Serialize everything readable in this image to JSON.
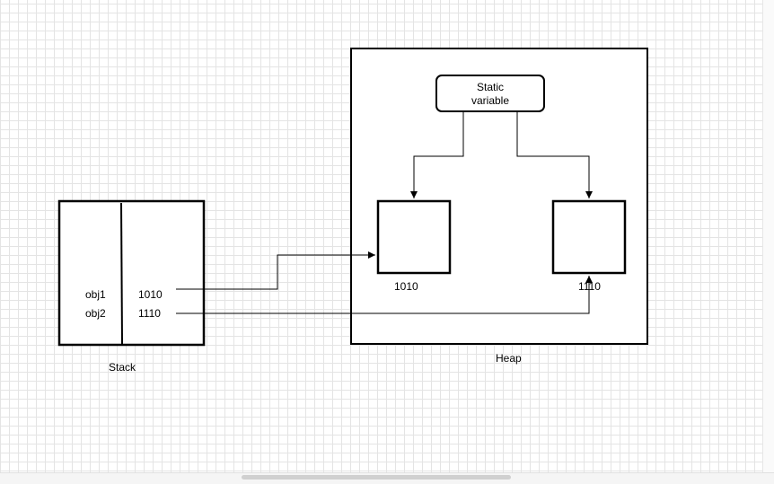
{
  "stack": {
    "label": "Stack",
    "rows": [
      {
        "name": "obj1",
        "ref": "1010"
      },
      {
        "name": "obj2",
        "ref": "1110"
      }
    ]
  },
  "heap": {
    "label": "Heap",
    "static_box": {
      "line1": "Static",
      "line2": "variable"
    },
    "objects": [
      {
        "address": "1010"
      },
      {
        "address": "1110"
      }
    ]
  },
  "colors": {
    "stroke": "#000000",
    "grid": "#e4e4e4",
    "background": "#ffffff"
  }
}
